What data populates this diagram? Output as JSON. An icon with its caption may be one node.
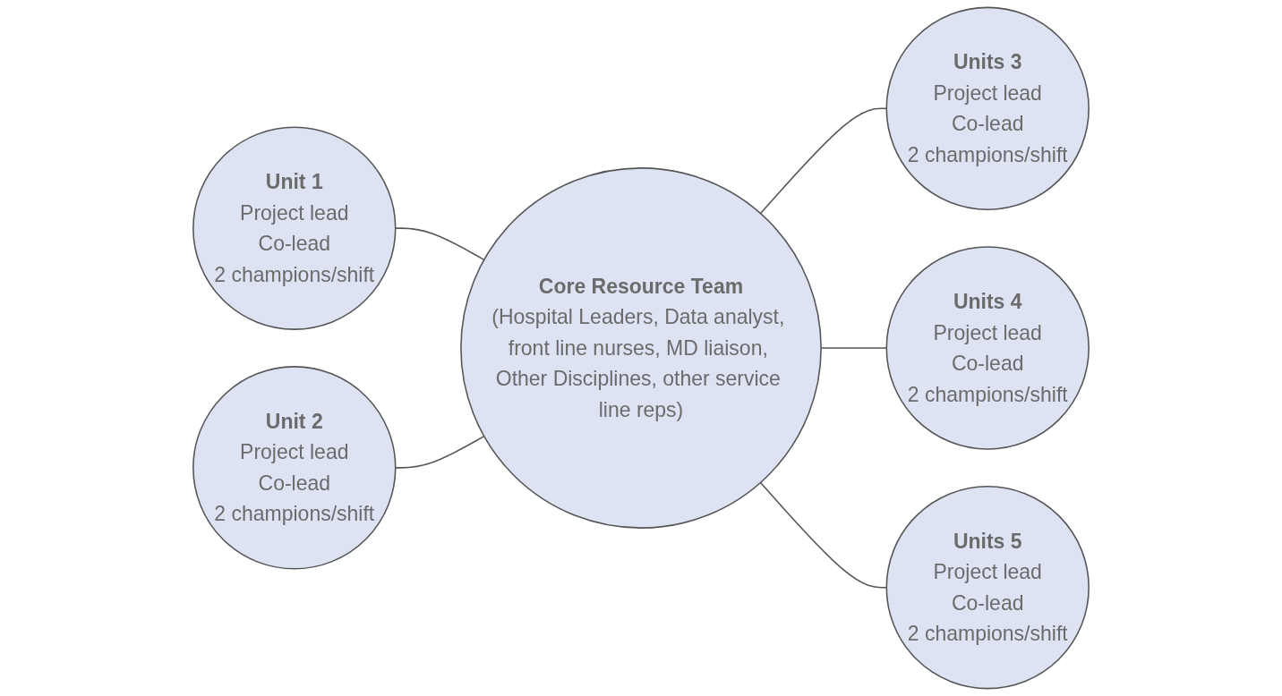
{
  "diagram": {
    "nodes": [
      {
        "text": [
          "Unit 1",
          "Project lead",
          "Co-lead",
          "2 champions/shift"
        ]
      },
      {
        "text": [
          "Units 3",
          "Project lead",
          "Co-lead",
          "2 champions/shift"
        ]
      },
      {
        "text": [
          "Core Resource Team",
          "(Hospital Leaders, Data analyst, front line nurses, MD liaison, Other Disciplines, other service line reps)"
        ]
      },
      {
        "text": [
          "Units 4",
          "Project lead",
          "Co-lead",
          "2 champions/shift"
        ]
      },
      {
        "text": [
          "Unit 2",
          "Project lead",
          "Co-lead",
          "2 champions/shift"
        ]
      },
      {
        "text": [
          "Units 5",
          "Project lead",
          "Co-lead",
          "2 champions/shift"
        ]
      }
    ],
    "edges": [
      {
        "from": 0,
        "to": 2,
        "arrow": "none"
      },
      {
        "from": 2,
        "to": 1,
        "arrow": "none"
      },
      {
        "from": 2,
        "to": 3,
        "arrow": "none"
      },
      {
        "from": 4,
        "to": 2,
        "arrow": "none"
      },
      {
        "from": 2,
        "to": 5,
        "arrow": "none"
      }
    ]
  }
}
